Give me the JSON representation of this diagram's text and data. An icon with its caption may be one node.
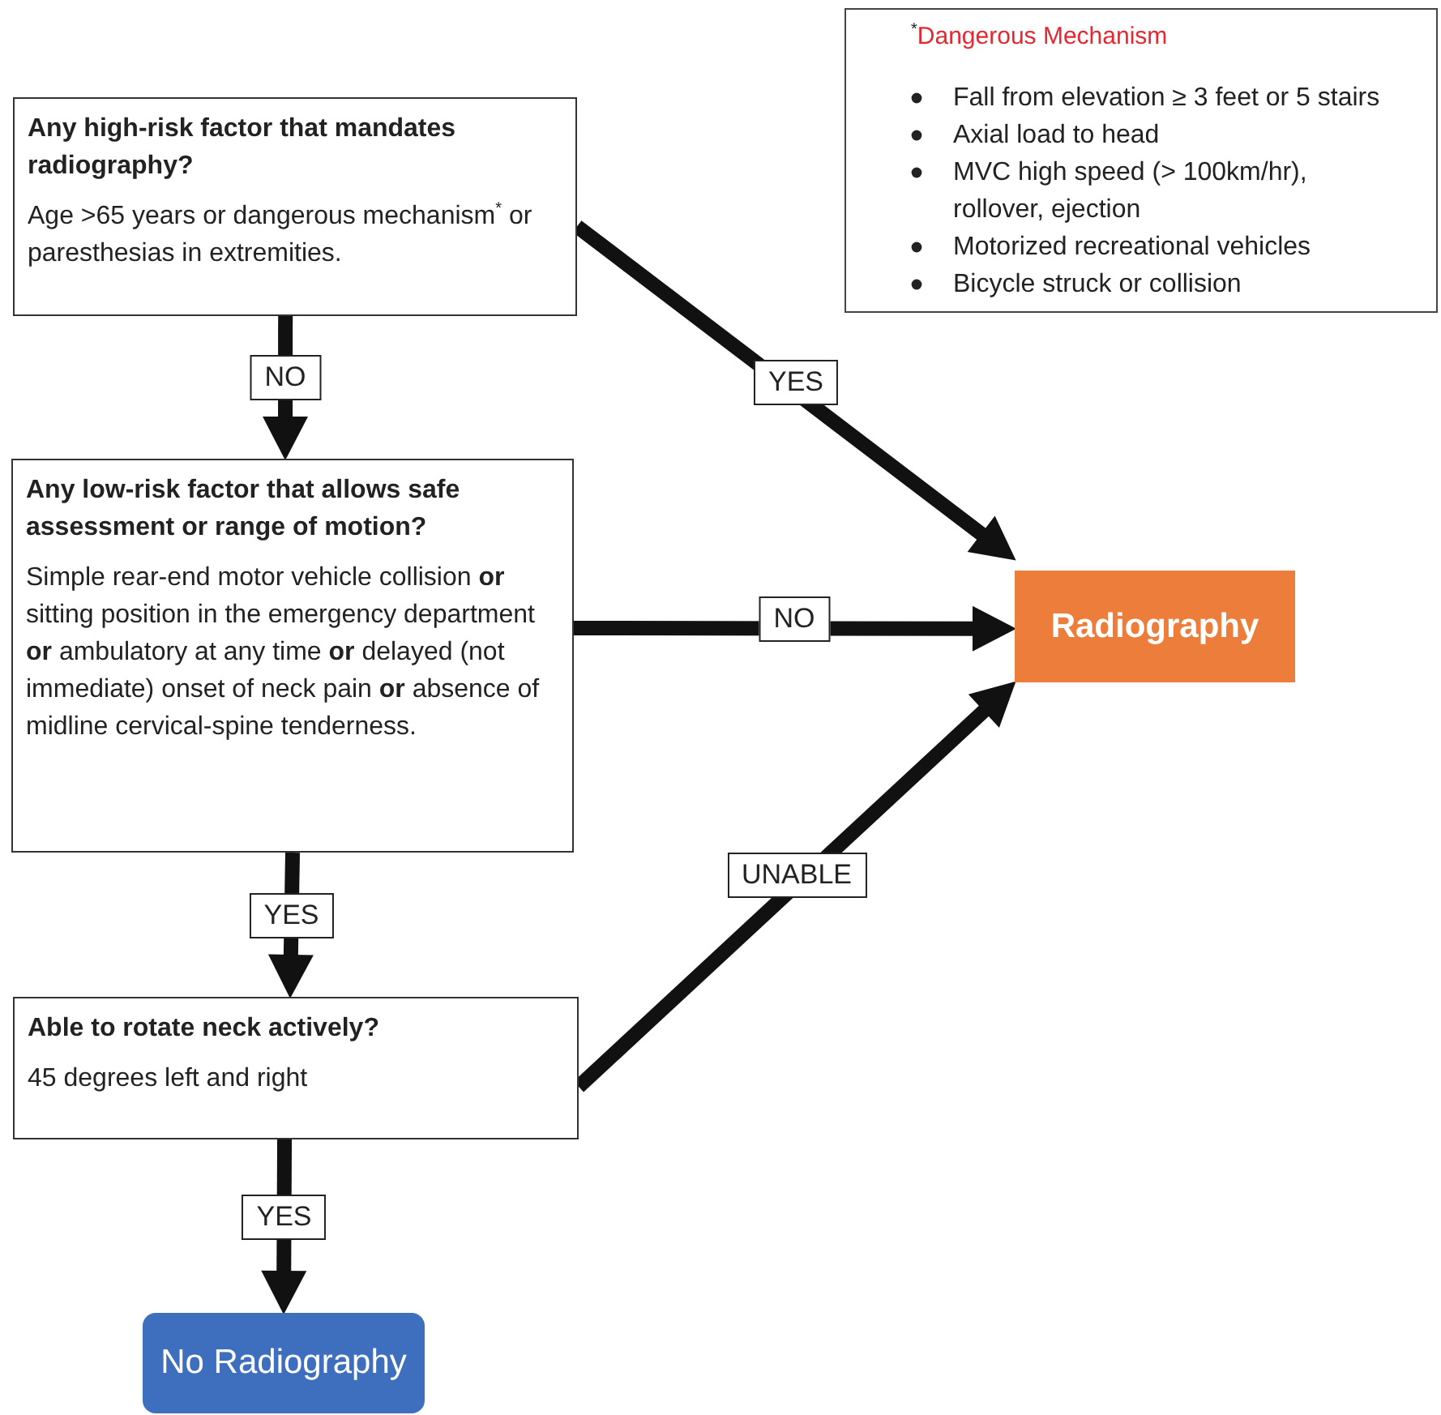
{
  "diagram": {
    "nodes": [
      {
        "text": [
          "Any high-risk factor that mandates radiography?",
          "Age >65 years or dangerous mechanism$^{*}$ or paresthesias in extremities."
        ]
      },
      {
        "text": [
          "Any low-risk factor that allows safe assessment or range of motion?",
          "Simple rear-end motor vehicle collision **or** sitting position in the emergency department **or** ambulatory at any time **or** delayed (not immediate) onset of neck pain **or** absence of midline cervical-spine tenderness."
        ]
      },
      {
        "text": [
          "Able to rotate neck actively?",
          "45 degrees left and right"
        ]
      },
      {
        "text": [
          "Radiography"
        ]
      },
      {
        "text": [
          "No Radiography"
        ]
      },
      {
        "text": [
          "$^{*}$Dangerous Mechanism",
          "Fall from elevation ≥ 3 feet or 5 stairs",
          "Axial load to head",
          "MVC high speed (> 100km/hr), rollover, ejection",
          "Motorized recreational vehicles",
          "Bicycle struck or collision"
        ]
      }
    ],
    "edges": [
      {
        "from": 0,
        "to": 1,
        "arrow": "to",
        "label": "NO"
      },
      {
        "from": 0,
        "to": 3,
        "arrow": "to",
        "label": "YES"
      },
      {
        "from": 1,
        "to": 3,
        "arrow": "to",
        "label": "NO"
      },
      {
        "from": 1,
        "to": 2,
        "arrow": "to",
        "label": "YES"
      },
      {
        "from": 2,
        "to": 3,
        "arrow": "to",
        "label": "UNABLE"
      },
      {
        "from": 2,
        "to": 4,
        "arrow": "to",
        "label": "YES"
      }
    ]
  }
}
